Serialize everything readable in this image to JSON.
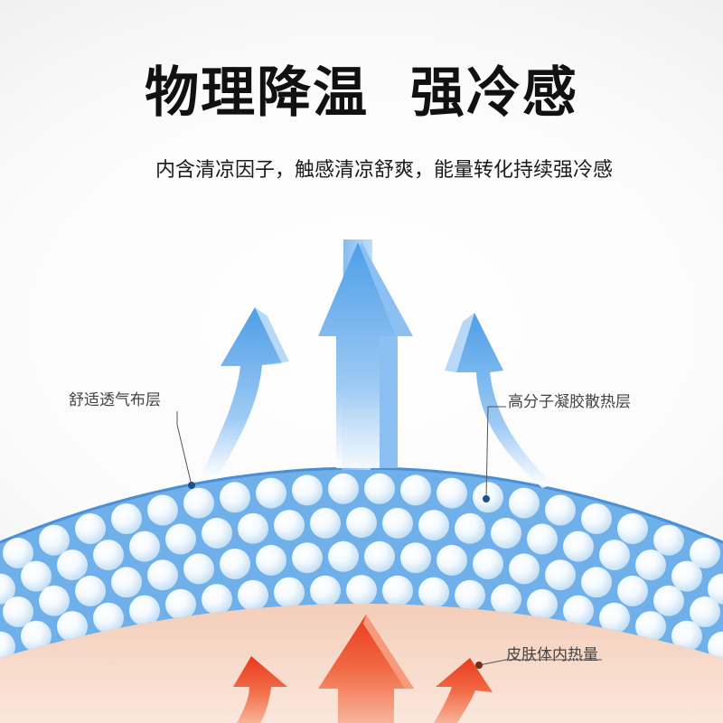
{
  "title": "物理降温  强冷感",
  "subtitle": "内含清凉因子，触感清凉舒爽，能量转化持续强冷感",
  "labels": {
    "fabric_layer": "舒适透气布层",
    "gel_layer": "高分子凝胶散热层",
    "skin_heat": "皮肤体内热量"
  },
  "colors": {
    "title": "#111111",
    "cool_arrow": "#4d9ee8",
    "heat_arrow": "#ef3d22",
    "layer_blue": "#6fb0ea",
    "skin": "#f6d8c8"
  }
}
